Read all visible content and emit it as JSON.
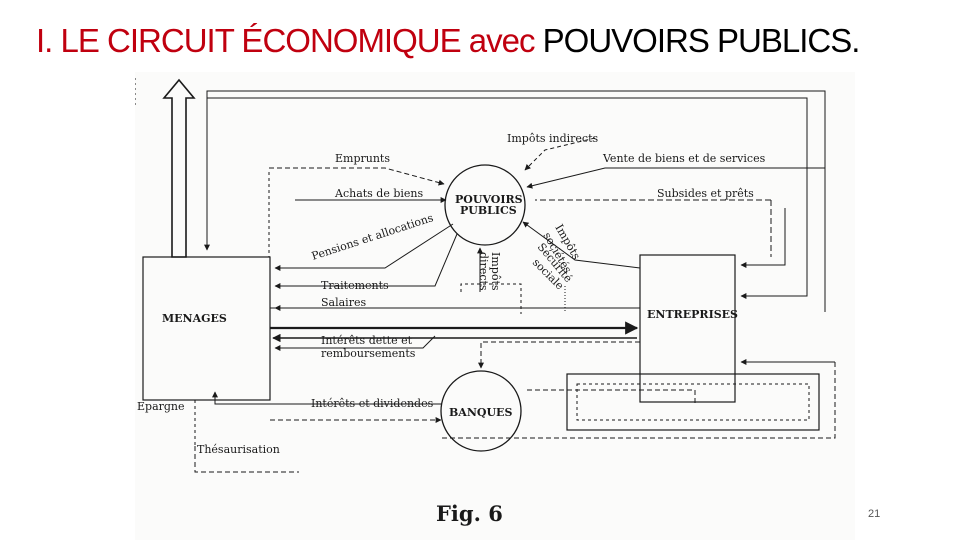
{
  "slide": {
    "title_part1": "I. LE CIRCUIT ÉCONOMIQUE avec",
    "title_part2": " POUVOIRS PUBLICS.",
    "page_number": "21",
    "accent_color": "#c0000f"
  },
  "diagram": {
    "nodes": {
      "menages": "MENAGES",
      "entreprises": "ENTREPRISES",
      "pouvoirs_line1": "POUVOIRS",
      "pouvoirs_line2": "PUBLICS",
      "banques": "BANQUES"
    },
    "flows": {
      "impots_indirects": "Impôts indirects",
      "vente_biens_services": "Vente de biens et de services",
      "emprunts": "Emprunts",
      "achats_biens": "Achats de biens",
      "subsides_prets": "Subsides et prêts",
      "pensions_allocations": "Pensions et allocations",
      "impots_societes_1": "Impôts",
      "impots_societes_2": "sociétés",
      "securite_1": "Sécurité",
      "securite_2": "sociale",
      "impots_directs_1": "Impôts",
      "impots_directs_2": "directs",
      "traitements": "Traitements",
      "salaires": "Salaires",
      "interets_dette_1": "Intérêts dette et",
      "interets_dette_2": "remboursements",
      "interets_dividendes": "Intérêts et dividendes",
      "epargne": "Epargne",
      "thesaurisation": "Thésaurisation"
    },
    "caption": "Fig. 6"
  }
}
